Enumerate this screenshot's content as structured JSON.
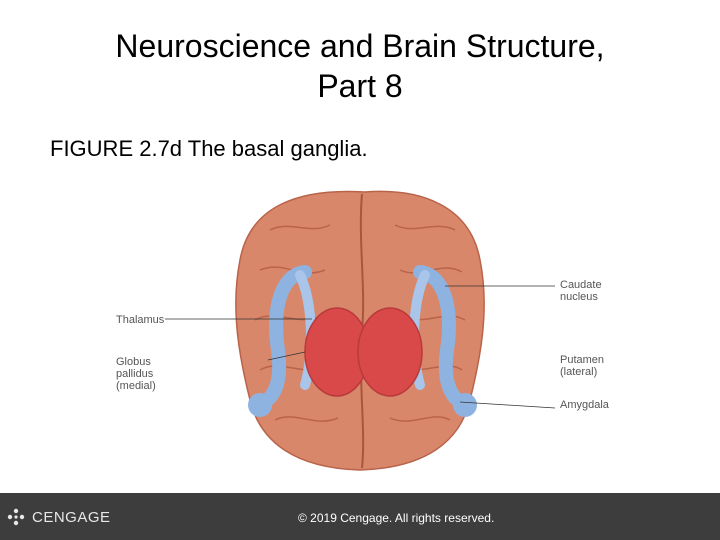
{
  "slide": {
    "title_line1": "Neuroscience and Brain Structure,",
    "title_line2": "Part 8",
    "subtitle": "FIGURE 2.7d The basal ganglia."
  },
  "figure": {
    "labels": {
      "thalamus": "Thalamus",
      "globus_line1": "Globus",
      "globus_line2": "pallidus",
      "globus_line3": "(medial)",
      "caudate_line1": "Caudate",
      "caudate_line2": "nucleus",
      "putamen_line1": "Putamen",
      "putamen_line2": "(lateral)",
      "amygdala": "Amygdala"
    },
    "colors": {
      "brain": "#d9876a",
      "brain_shadow": "#b9634a",
      "ganglia_blue": "#8fb3e0",
      "thalamus_red": "#d9494a"
    }
  },
  "footer": {
    "brand": "CENGAGE",
    "copyright": "© 2019 Cengage. All rights reserved."
  }
}
